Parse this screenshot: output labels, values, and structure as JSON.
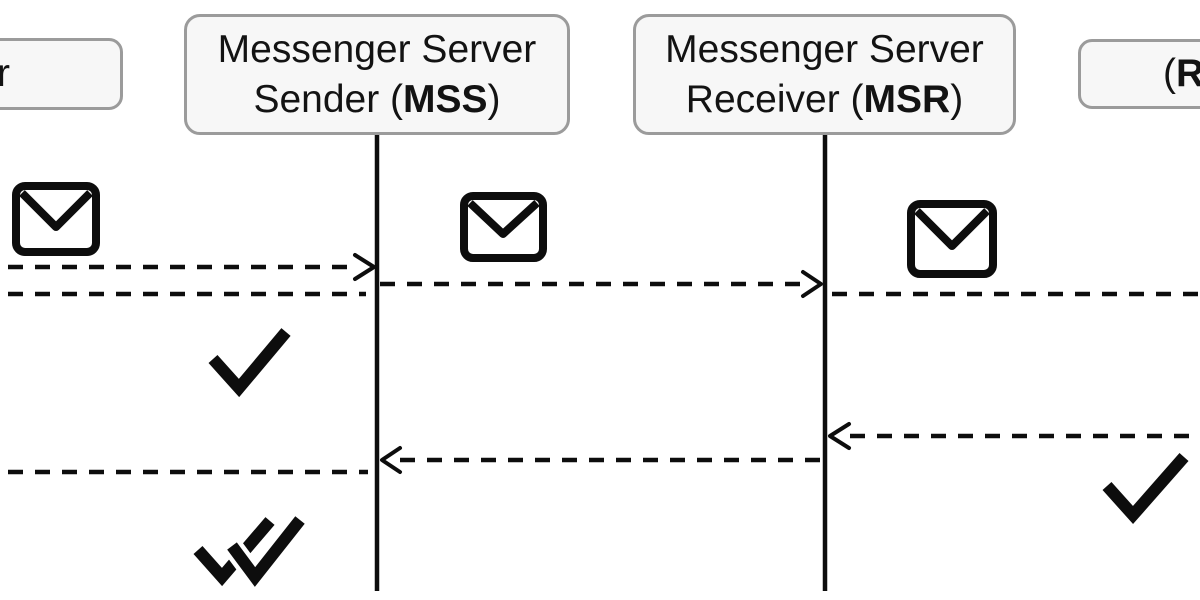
{
  "figure": {
    "type": "sequence-diagram",
    "description_visible_content": "Message delivery flow between messenger servers with envelope and checkmark status icons",
    "participants": {
      "sender_partial": {
        "visible_label": "r"
      },
      "mss": {
        "line1": "Messenger Server",
        "line2_pre": "Sender (",
        "line2_abbr": "MSS",
        "line2_post": ")"
      },
      "msr": {
        "line1": "Messenger Server",
        "line2_pre": "Receiver (",
        "line2_abbr": "MSR",
        "line2_post": ")"
      },
      "receiver_partial": {
        "visible_label_pre": "(",
        "visible_label_abbr": "R"
      }
    },
    "messages": [
      {
        "row": 1,
        "from": "sender(offscreen-left)",
        "to": "MSS",
        "style": "dashed",
        "arrowhead_at": "MSS"
      },
      {
        "row": 2,
        "from": "MSS",
        "to": "MSR",
        "style": "dashed",
        "arrowhead_at": "MSR"
      },
      {
        "row": 3,
        "from": "MSR",
        "to": "receiver(offscreen-right)",
        "style": "dashed",
        "arrowhead_at": "offscreen"
      },
      {
        "row": 3,
        "from": "MSS",
        "to": "sender(offscreen-left)",
        "style": "dashed",
        "arrowhead_at": "offscreen"
      },
      {
        "row": 4,
        "from": "receiver(offscreen-right)",
        "to": "MSR",
        "style": "dashed",
        "arrowhead_at": "MSR"
      },
      {
        "row": 5,
        "from": "MSR",
        "to": "MSS",
        "style": "dashed",
        "arrowhead_at": "MSS"
      },
      {
        "row": 6,
        "from": "MSS",
        "to": "sender(offscreen-left)",
        "style": "dashed",
        "arrowhead_at": "offscreen"
      }
    ],
    "icons": {
      "envelope_glyph": "✉",
      "envelope_meaning": "message",
      "single_check_glyph": "✓",
      "double_check_glyph": "✓✓",
      "envelope_count": 3,
      "single_check_count": 2,
      "double_check_count": 1
    },
    "colors": {
      "ink": "#0d0d0d",
      "box_fill": "#f7f7f7",
      "box_border": "#9b9b9b",
      "background": "#ffffff"
    }
  }
}
